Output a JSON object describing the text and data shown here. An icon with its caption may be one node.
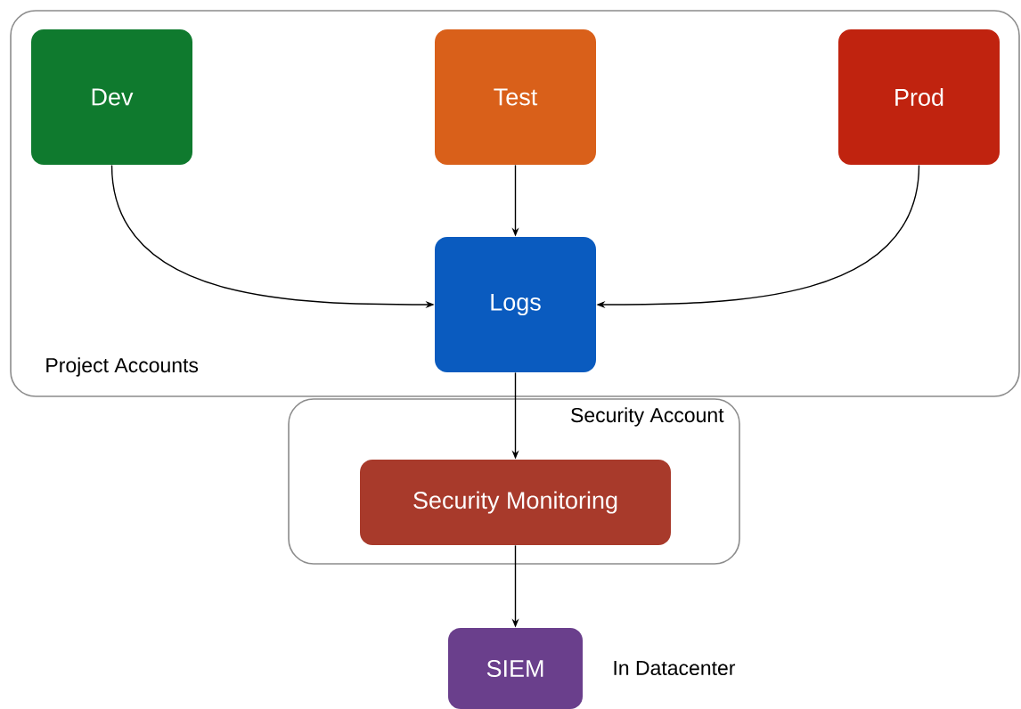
{
  "diagram": {
    "nodes": [
      {
        "text": [
          "Project Accounts"
        ]
      },
      {
        "text": [
          "Dev"
        ],
        "in": 0
      },
      {
        "text": [
          "Test"
        ],
        "in": 0
      },
      {
        "text": [
          "Prod"
        ],
        "in": 0
      },
      {
        "text": [
          "Logs"
        ],
        "in": 0
      },
      {
        "text": [
          "Security Account"
        ]
      },
      {
        "text": [
          "Security Monitoring"
        ],
        "in": 5
      },
      {
        "text": [
          "SIEM"
        ],
        "beside": [
          "In Datacenter"
        ]
      }
    ],
    "edges": [
      {
        "from": 1,
        "to": 4,
        "arrow": "to"
      },
      {
        "from": 2,
        "to": 4,
        "arrow": "to"
      },
      {
        "from": 3,
        "to": 4,
        "arrow": "to"
      },
      {
        "from": 4,
        "to": 6,
        "arrow": "to"
      },
      {
        "from": 6,
        "to": 7,
        "arrow": "to"
      }
    ]
  }
}
